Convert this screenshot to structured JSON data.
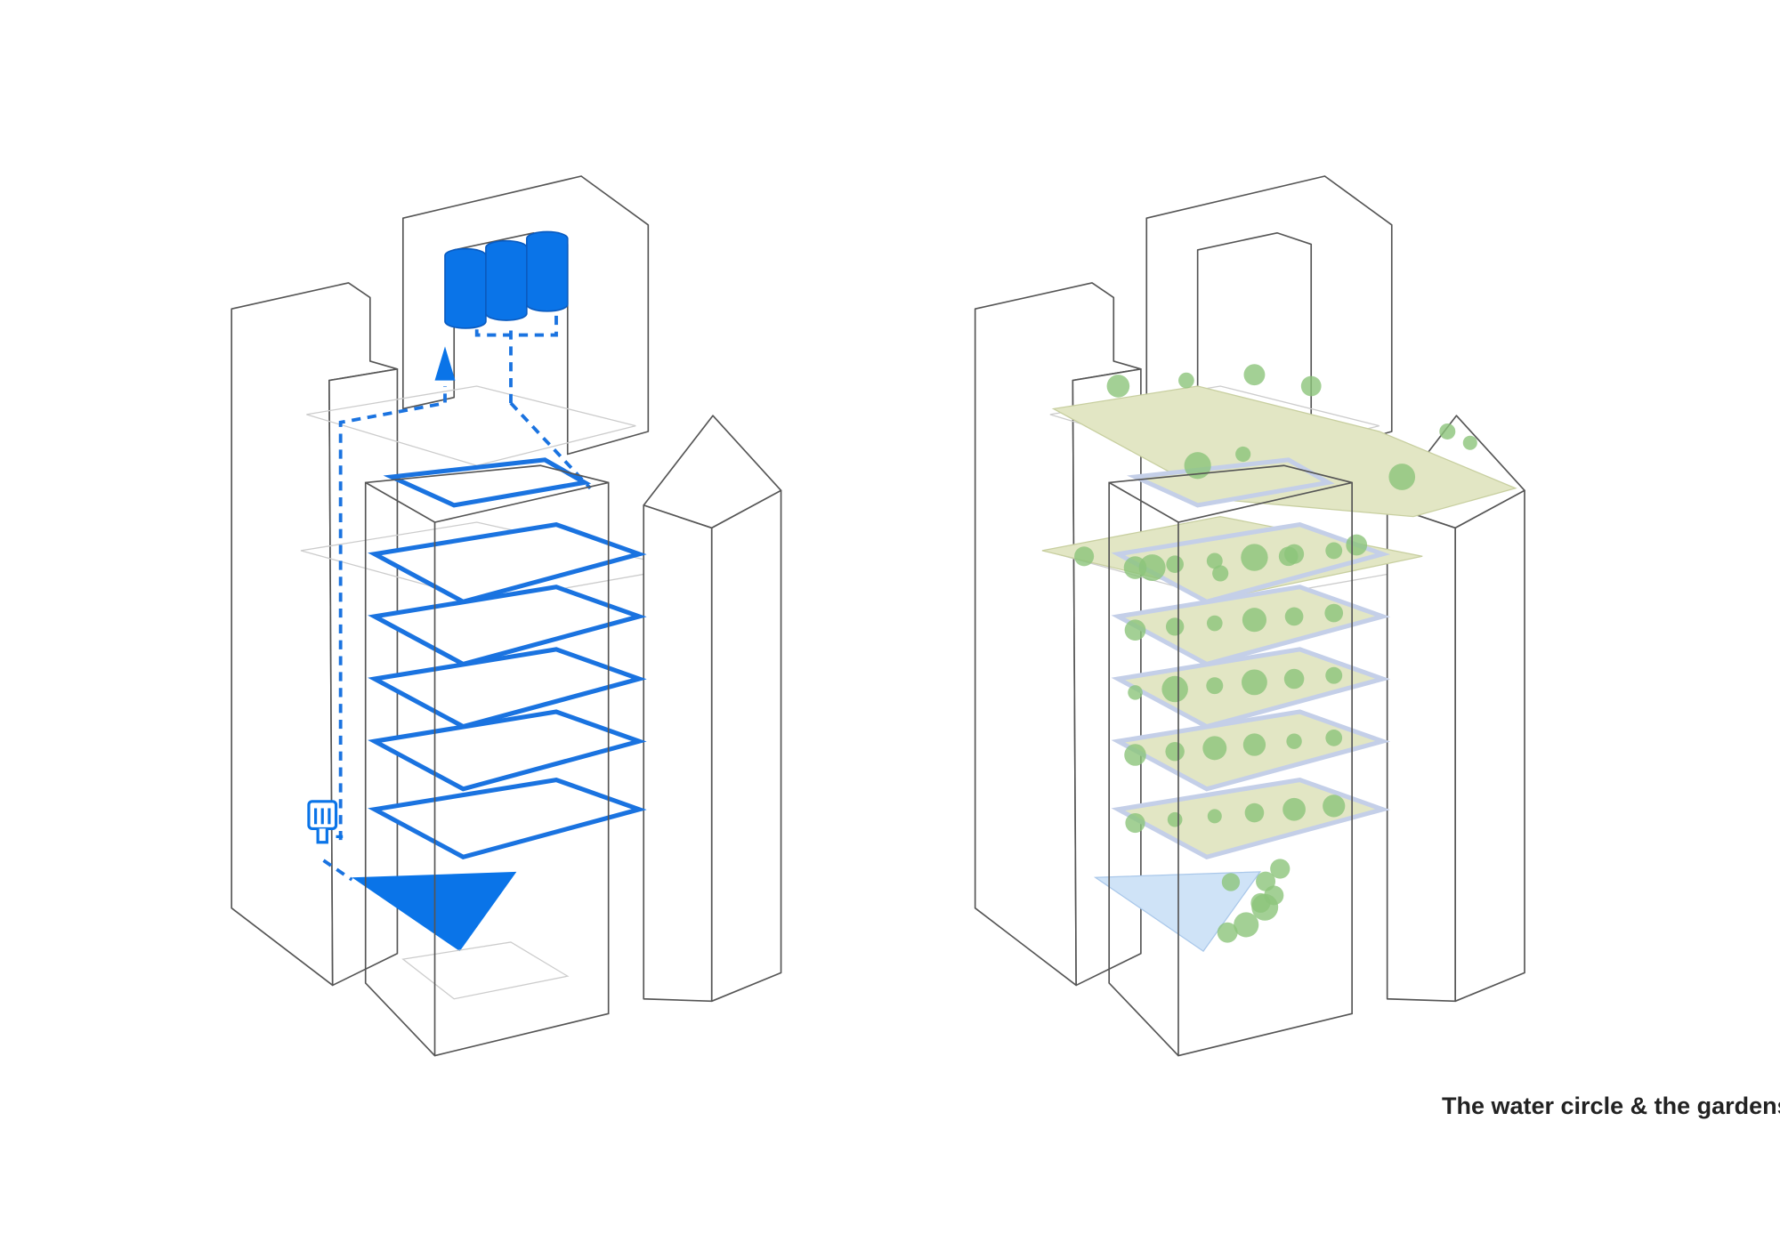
{
  "caption": "The water circle & the gardens",
  "panels": [
    {
      "theme": "water-circle",
      "accent": "#0a74e8"
    },
    {
      "theme": "gardens",
      "accent": "#dfe5c0",
      "tree_color": "#8cc47a",
      "pool_color": "#cfe3f7"
    }
  ]
}
